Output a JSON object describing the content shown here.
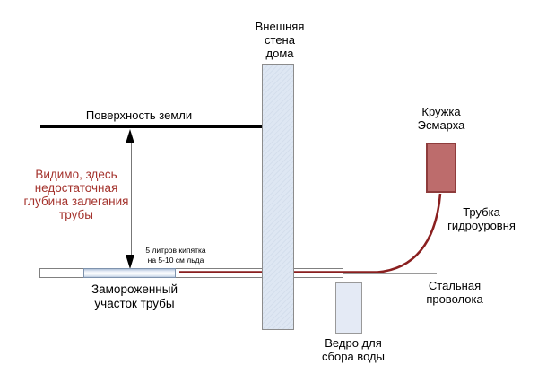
{
  "colors": {
    "background": "#ffffff",
    "note_red": "#a4332d",
    "tube_red": "#8a1f1f",
    "mug_fill": "#bd6c6c",
    "mug_border": "#8e3c3c",
    "wall_fill": "#dee7f3",
    "wall_border": "#8c8c8c",
    "pipe_border": "#808080",
    "bucket_fill": "#e4eaf5",
    "wire_gray": "#9a9a9a",
    "ground_black": "#000000"
  },
  "labels": {
    "wall": "Внешняя\nстена\nдома",
    "ground_surface": "Поверхность земли",
    "depth_note": "Видимо, здесь\nнедостаточная\nглубина залегания\nтрубы",
    "boiling_water_note": "5 литров кипятка\nна 5-10 см льда",
    "frozen_section": "Замороженный\nучасток трубы",
    "esmarch_mug": "Кружка\nЭсмарха",
    "hydrolevel_tube": "Трубка\nгидроуровня",
    "steel_wire": "Стальная\nпроволока",
    "bucket": "Ведро для\nсбора воды"
  }
}
